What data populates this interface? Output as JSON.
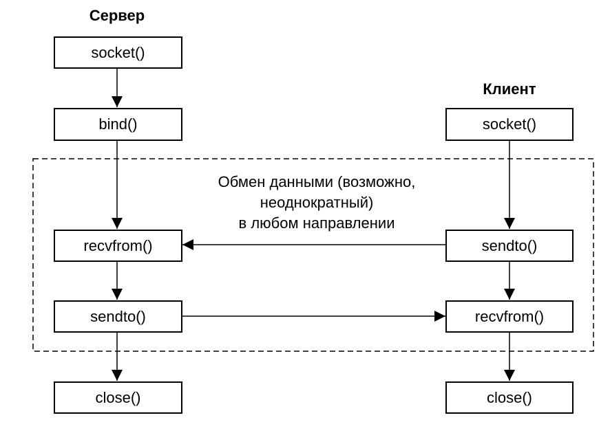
{
  "server": {
    "title": "Сервер",
    "steps": [
      "socket()",
      "bind()",
      "recvfrom()",
      "sendto()",
      "close()"
    ]
  },
  "client": {
    "title": "Клиент",
    "steps": [
      "socket()",
      "sendto()",
      "recvfrom()",
      "close()"
    ]
  },
  "exchange_note": {
    "line1": "Обмен данными (возможно,",
    "line2": "неоднократный)",
    "line3": "в любом направлении"
  }
}
